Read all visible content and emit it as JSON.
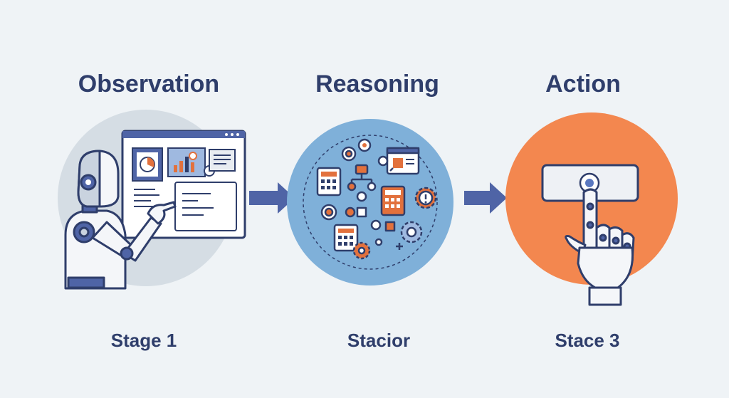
{
  "stages": [
    {
      "title": "Observation",
      "caption": "Stage 1",
      "illustration": "robot-viewing-dashboard",
      "color": "#d5dde4"
    },
    {
      "title": "Reasoning",
      "caption": "Stacior",
      "illustration": "reasoning-icon-cloud",
      "color": "#7fb0d9"
    },
    {
      "title": "Action",
      "caption": "Stace 3",
      "illustration": "robot-hand-pressing-button",
      "color": "#f3874f"
    }
  ],
  "colors": {
    "background": "#eff3f6",
    "text": "#2f3e6b",
    "arrow": "#4f64a6",
    "outline": "#2f3e6b",
    "accent_orange": "#e2713d",
    "accent_blue": "#5a78c0"
  }
}
